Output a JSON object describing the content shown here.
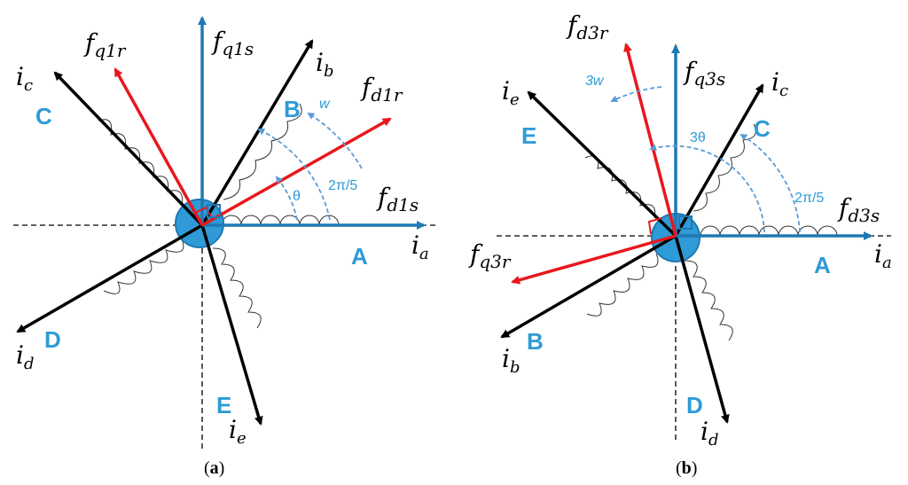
{
  "colors": {
    "blue": "#1f78b4",
    "lightblue": "#2e9bd6",
    "red": "#e8171d",
    "black": "#000000",
    "dash": "#5b9bd5"
  },
  "panel_a": {
    "caption_open": "(",
    "caption_letter": "a",
    "caption_close": ")",
    "phases": {
      "A": "A",
      "B": "B",
      "C": "C",
      "D": "D",
      "E": "E"
    },
    "currents": {
      "ia": {
        "base": "i",
        "sub": "a"
      },
      "ib": {
        "base": "i",
        "sub": "b"
      },
      "ic": {
        "base": "i",
        "sub": "c"
      },
      "id": {
        "base": "i",
        "sub": "d"
      },
      "ie": {
        "base": "i",
        "sub": "e"
      }
    },
    "fields": {
      "fq1s": {
        "base": "f",
        "sub": "q1s"
      },
      "fq1r": {
        "base": "f",
        "sub": "q1r"
      },
      "fd1r": {
        "base": "f",
        "sub": "d1r"
      },
      "fd1s": {
        "base": "f",
        "sub": "d1s"
      }
    },
    "angles": {
      "w": "w",
      "theta": "θ",
      "step": "2π/5"
    }
  },
  "panel_b": {
    "caption_open": "(",
    "caption_letter": "b",
    "caption_close": ")",
    "phases": {
      "A": "A",
      "B": "B",
      "C": "C",
      "D": "D",
      "E": "E"
    },
    "currents": {
      "ia": {
        "base": "i",
        "sub": "a"
      },
      "ib": {
        "base": "i",
        "sub": "b"
      },
      "ic": {
        "base": "i",
        "sub": "c"
      },
      "id": {
        "base": "i",
        "sub": "d"
      },
      "ie": {
        "base": "i",
        "sub": "e"
      }
    },
    "fields": {
      "fd3r": {
        "base": "f",
        "sub": "d3r"
      },
      "fq3s": {
        "base": "f",
        "sub": "q3s"
      },
      "fq3r": {
        "base": "f",
        "sub": "q3r"
      },
      "fd3s": {
        "base": "f",
        "sub": "d3s"
      }
    },
    "angles": {
      "w3": "3w",
      "theta3": "3θ",
      "step": "2π/5"
    }
  }
}
